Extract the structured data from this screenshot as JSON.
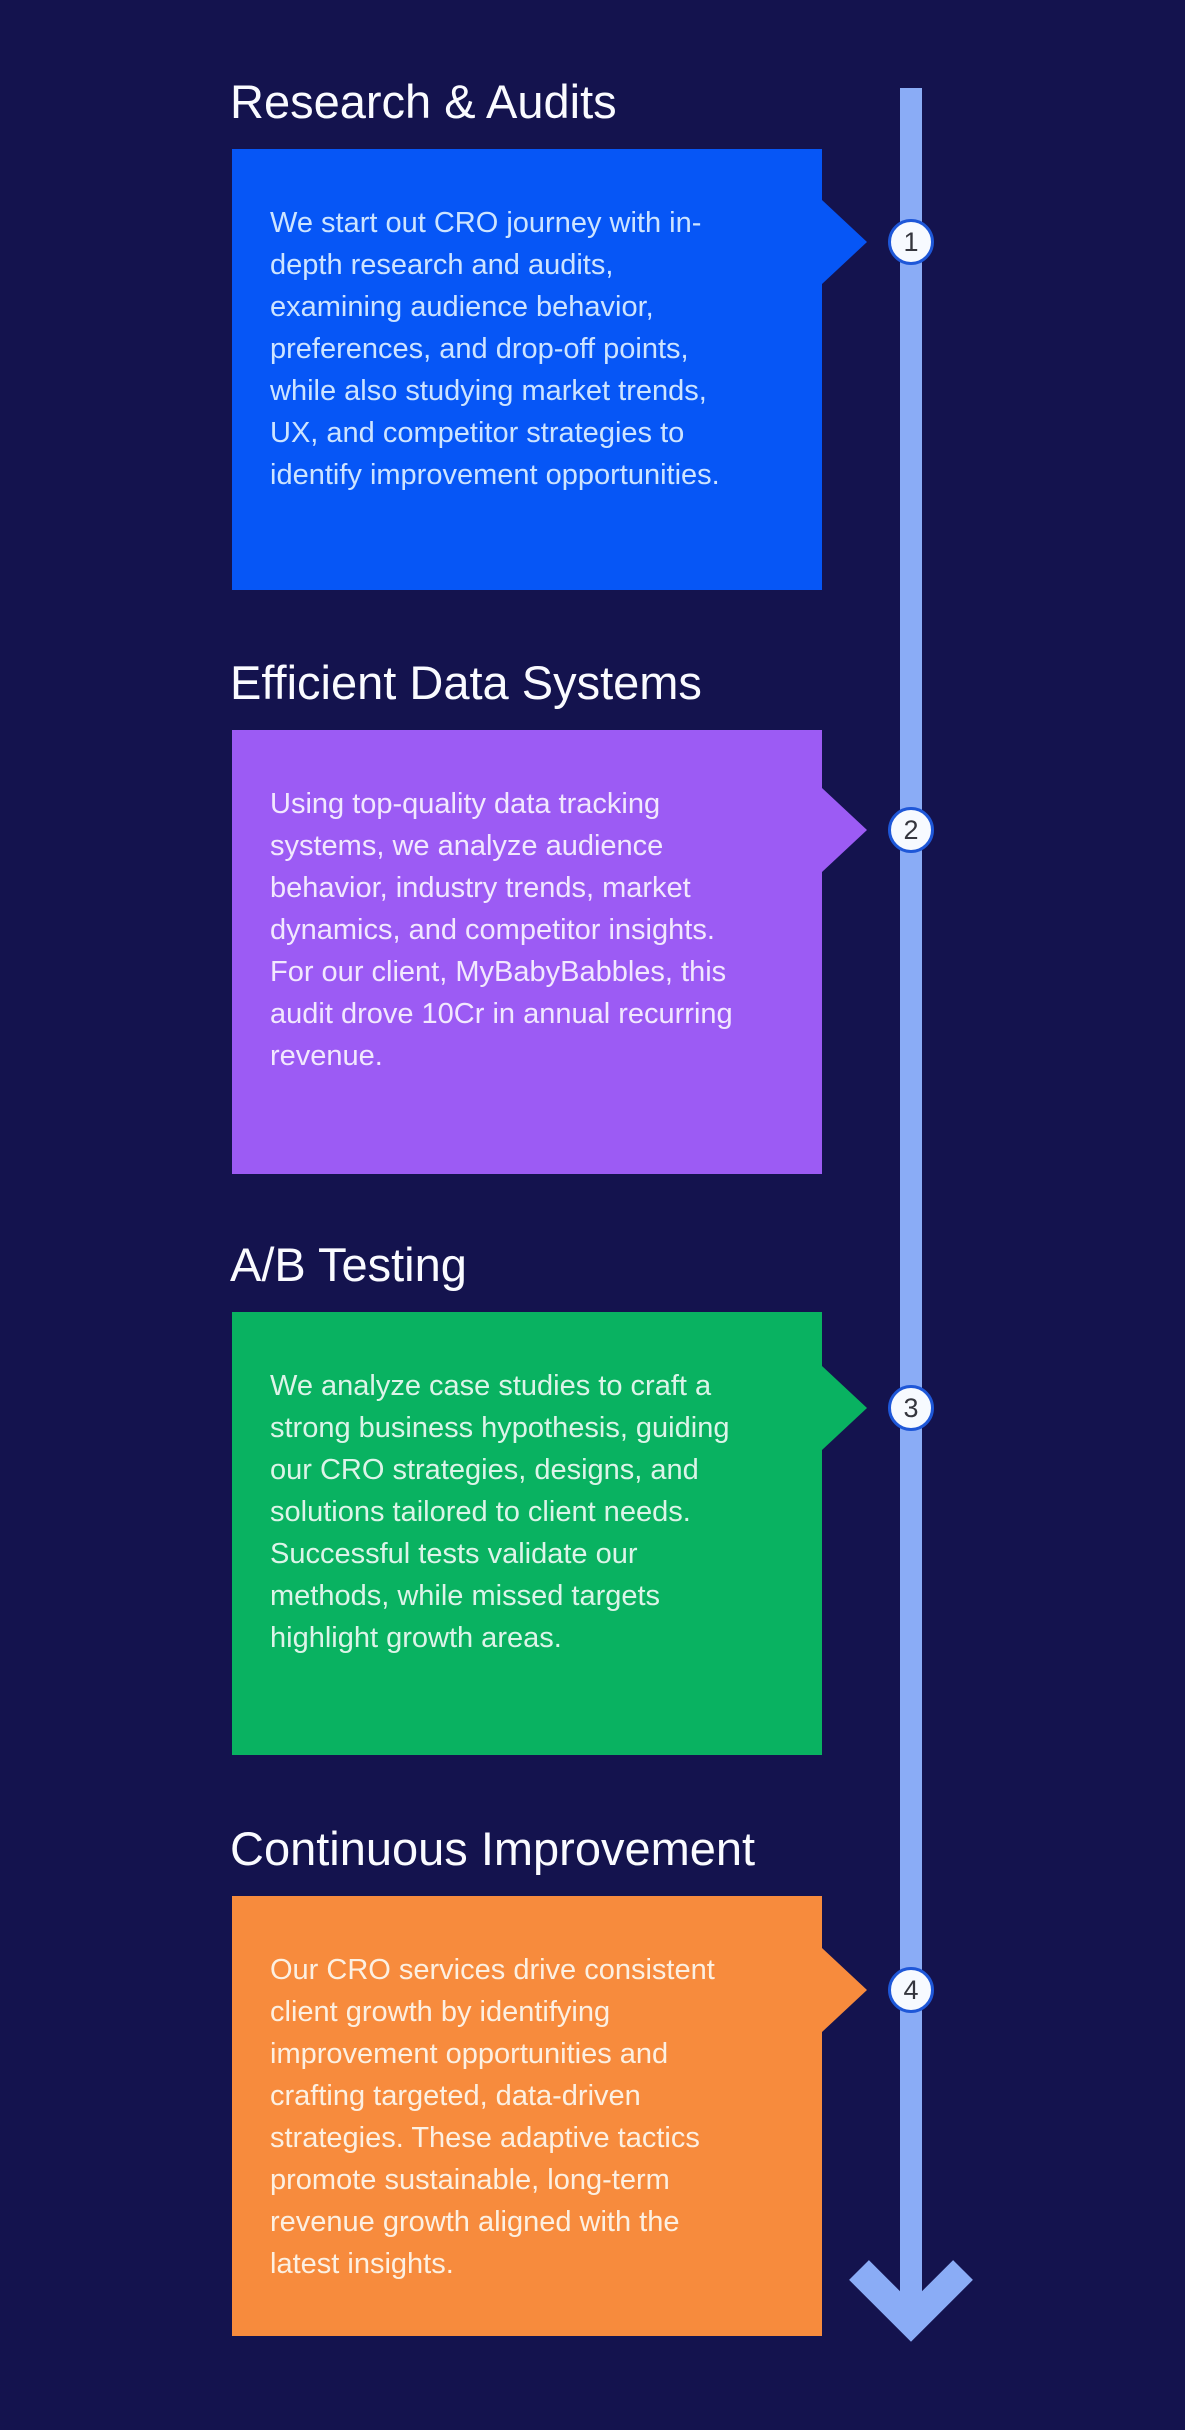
{
  "page": {
    "background_color": "#14134E",
    "type": "CRO process timeline infographic"
  },
  "timeline": {
    "bar_color": "#8AACF6",
    "arrow_color": "#8AACF6",
    "badge_fill": "#F7FAFF",
    "badge_border_color": "#1E57D8",
    "badge_number_color": "#35363E"
  },
  "steps": [
    {
      "number": "1",
      "title": "Research & Audits",
      "card_color": "#0656F6",
      "text_color": "#CDE4FF",
      "body": "We start out CRO journey with in-\ndepth research and audits,\nexamining audience behavior,\npreferences, and drop-off points,\nwhile also studying market trends,\nUX, and competitor strategies to\nidentify improvement opportunities."
    },
    {
      "number": "2",
      "title": "Efficient Data Systems",
      "card_color": "#9C5BF4",
      "text_color": "#F2E8FE",
      "body": "Using top-quality data tracking\nsystems, we analyze audience\nbehavior, industry trends, market\ndynamics, and competitor insights.\nFor our client, MyBabyBabbles, this\naudit drove 10Cr in annual recurring\nrevenue."
    },
    {
      "number": "3",
      "title": "A/B Testing",
      "card_color": "#09B261",
      "text_color": "#DCF4E8",
      "body": "We analyze case studies to craft a\nstrong business hypothesis, guiding\nour CRO strategies, designs, and\nsolutions tailored to client needs.\nSuccessful tests validate our\nmethods, while missed targets\nhighlight growth areas."
    },
    {
      "number": "4",
      "title": "Continuous Improvement",
      "card_color": "#F78B3D",
      "text_color": "#FCF0E2",
      "body": "Our CRO services drive consistent\nclient growth by identifying\nimprovement opportunities and\ncrafting targeted, data-driven\nstrategies. These adaptive tactics\npromote sustainable, long-term\nrevenue growth aligned with the\nlatest insights."
    }
  ]
}
